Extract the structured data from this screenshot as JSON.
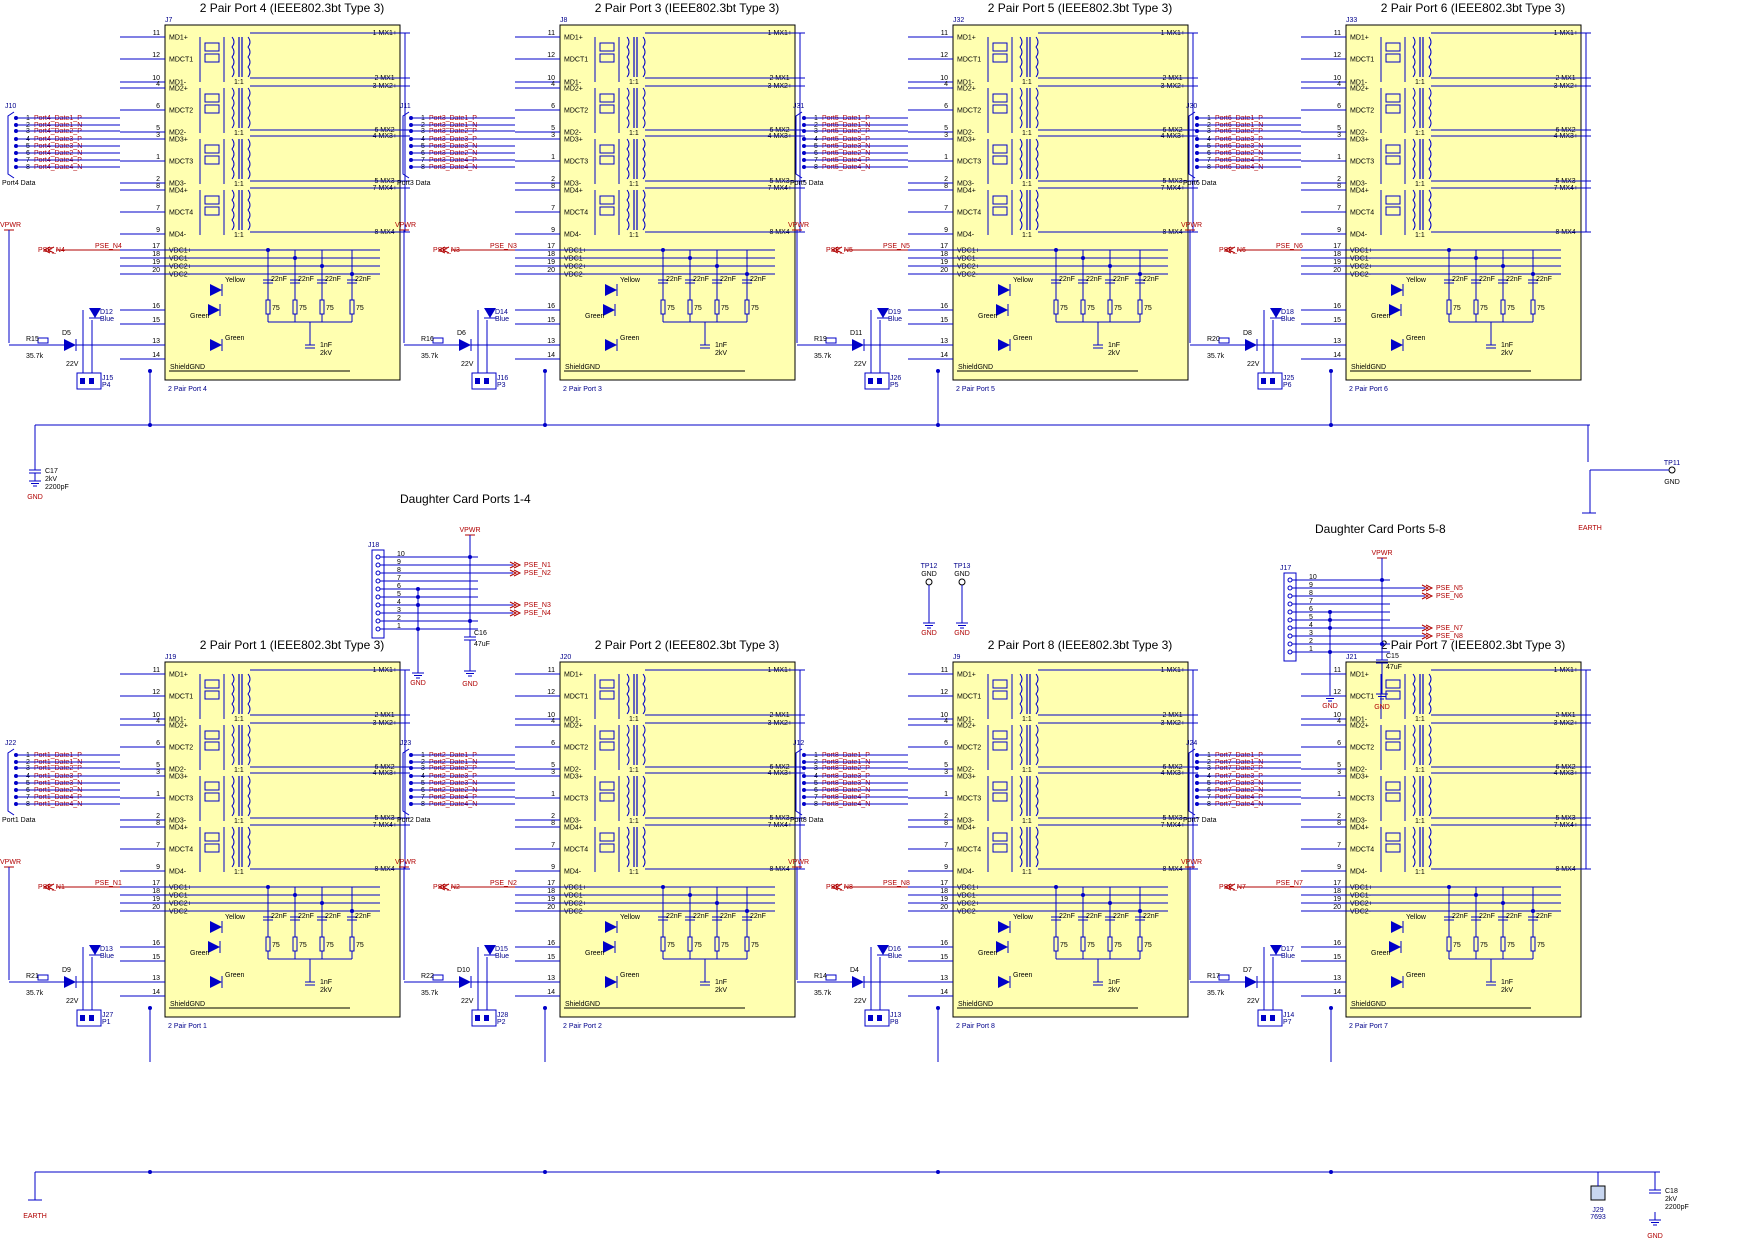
{
  "colors": {
    "wire": "#0000c8",
    "body": "#ffffb0",
    "net": "#b00000",
    "part": "#000000"
  },
  "ports": [
    {
      "title": "2 Pair Port 4 (IEEE802.3bt Type 3)",
      "ref": "J7",
      "footer": "2 Pair Port 4",
      "conn": "J10",
      "data_label": "Port4 Data",
      "nets": [
        "Port4_Date1_P",
        "Port4_Date1_N",
        "Port4_Date2_P",
        "Port4_Date3_P",
        "Port4_Date3_N",
        "Port4_Date2_N",
        "Port4_Date4_P",
        "Port4_Date4_N"
      ],
      "pse": "PSE_N4",
      "r": "R15",
      "d": "D5",
      "dled": "D12",
      "jled": "J15",
      "pled": "P4"
    },
    {
      "title": "2 Pair Port 3 (IEEE802.3bt Type 3)",
      "ref": "J8",
      "footer": "2 Pair Port 3",
      "conn": "J11",
      "data_label": "Port3 Data",
      "nets": [
        "Port3_Date1_P",
        "Port3_Date1_N",
        "Port3_Date2_P",
        "Port3_Date3_P",
        "Port3_Date3_N",
        "Port3_Date2_N",
        "Port3_Date4_P",
        "Port3_Date4_N"
      ],
      "pse": "PSE_N3",
      "r": "R16",
      "d": "D6",
      "dled": "D14",
      "jled": "J16",
      "pled": "P3"
    },
    {
      "title": "2 Pair Port 5 (IEEE802.3bt Type 3)",
      "ref": "J32",
      "footer": "2 Pair Port 5",
      "conn": "J31",
      "data_label": "Port5 Data",
      "nets": [
        "Port5_Date1_P",
        "Port5_Date1_N",
        "Port5_Date2_P",
        "Port5_Date3_P",
        "Port5_Date3_N",
        "Port5_Date2_N",
        "Port5_Date4_P",
        "Port5_Date4_N"
      ],
      "pse": "PSE_N5",
      "r": "R19",
      "d": "D11",
      "dled": "D19",
      "jled": "J26",
      "pled": "P5"
    },
    {
      "title": "2 Pair Port 6 (IEEE802.3bt Type 3)",
      "ref": "J33",
      "footer": "2 Pair Port 6",
      "conn": "J30",
      "data_label": "Port6 Data",
      "nets": [
        "Port6_Date1_P",
        "Port6_Date1_N",
        "Port6_Date2_P",
        "Port6_Date3_P",
        "Port6_Date3_N",
        "Port6_Date2_N",
        "Port6_Date4_P",
        "Port6_Date4_N"
      ],
      "pse": "PSE_N6",
      "r": "R20",
      "d": "D8",
      "dled": "D18",
      "jled": "J25",
      "pled": "P6"
    },
    {
      "title": "2 Pair Port 1 (IEEE802.3bt Type 3)",
      "ref": "J19",
      "footer": "2 Pair Port 1",
      "conn": "J22",
      "data_label": "Port1 Data",
      "nets": [
        "Port1_Date1_P",
        "Port1_Date1_N",
        "Port1_Date2_P",
        "Port1_Date3_P",
        "Port1_Date3_N",
        "Port1_Date2_N",
        "Port1_Date4_P",
        "Port1_Date4_N"
      ],
      "pse": "PSE_N1",
      "r": "R21",
      "d": "D9",
      "dled": "D13",
      "jled": "J27",
      "pled": "P1"
    },
    {
      "title": "2 Pair Port 2 (IEEE802.3bt Type 3)",
      "ref": "J20",
      "footer": "2 Pair Port 2",
      "conn": "J23",
      "data_label": "Port2 Data",
      "nets": [
        "Port2_Date1_P",
        "Port2_Date1_N",
        "Port2_Date2_P",
        "Port2_Date3_P",
        "Port2_Date3_N",
        "Port2_Date2_N",
        "Port2_Date4_P",
        "Port2_Date4_N"
      ],
      "pse": "PSE_N2",
      "r": "R22",
      "d": "D10",
      "dled": "D15",
      "jled": "J28",
      "pled": "P2"
    },
    {
      "title": "2 Pair Port 8 (IEEE802.3bt Type 3)",
      "ref": "J9",
      "footer": "2 Pair Port 8",
      "conn": "J12",
      "data_label": "Port8 Data",
      "nets": [
        "Port8_Date1_P",
        "Port8_Date1_N",
        "Port8_Date2_P",
        "Port8_Date3_P",
        "Port8_Date3_N",
        "Port8_Date2_N",
        "Port8_Date4_P",
        "Port8_Date4_N"
      ],
      "pse": "PSE_N8",
      "r": "R14",
      "d": "D4",
      "dled": "D16",
      "jled": "J13",
      "pled": "P8"
    },
    {
      "title": "2 Pair Port 7 (IEEE802.3bt Type 3)",
      "ref": "J21",
      "footer": "2 Pair Port 7",
      "conn": "J24",
      "data_label": "Port7 Data",
      "nets": [
        "Port7_Date1_P",
        "Port7_Date1_N",
        "Port7_Date2_P",
        "Port7_Date3_P",
        "Port7_Date3_N",
        "Port7_Date2_N",
        "Port7_Date4_P",
        "Port7_Date4_N"
      ],
      "pse": "PSE_N7",
      "r": "R17",
      "d": "D7",
      "dled": "D17",
      "jled": "J14",
      "pled": "P7"
    }
  ],
  "common": {
    "left_pins": [
      {
        "num": "11",
        "name": "MD1+"
      },
      {
        "num": "12",
        "name": "MDCT1"
      },
      {
        "num": "10",
        "name": "MD1-"
      },
      {
        "num": "4",
        "name": "MD2+"
      },
      {
        "num": "6",
        "name": "MDCT2"
      },
      {
        "num": "5",
        "name": "MD2-"
      },
      {
        "num": "3",
        "name": "MD3+"
      },
      {
        "num": "1",
        "name": "MDCT3"
      },
      {
        "num": "2",
        "name": "MD3-"
      },
      {
        "num": "8",
        "name": "MD4+"
      },
      {
        "num": "7",
        "name": "MDCT4"
      },
      {
        "num": "9",
        "name": "MD4-"
      },
      {
        "num": "17",
        "name": "VDC1+"
      },
      {
        "num": "18",
        "name": "VDC1-"
      },
      {
        "num": "19",
        "name": "VDC2+"
      },
      {
        "num": "20",
        "name": "VDC2-"
      },
      {
        "num": "16",
        "name": ""
      },
      {
        "num": "15",
        "name": ""
      },
      {
        "num": "13",
        "name": ""
      },
      {
        "num": "14",
        "name": ""
      }
    ],
    "right_pins": [
      "1 MX1+",
      "2 MX1-",
      "3 MX2+",
      "6 MX2-",
      "4 MX3+",
      "5 MX3-",
      "7 MX4+",
      "8 MX4-"
    ],
    "pin_nums": [
      "1",
      "2",
      "3",
      "4",
      "5",
      "6",
      "7",
      "8"
    ],
    "ratio": "1:1",
    "cap": "22nF",
    "res": "75",
    "hv_cap": [
      "1nF",
      "2kV"
    ],
    "shield": "ShieldGND",
    "yellow": "Yellow",
    "green": "Green",
    "blue": "Blue",
    "vpwr": "VPWR",
    "r_val": "35.7k",
    "d_val": "22V"
  },
  "daughter": [
    {
      "title": "Daughter Card Ports 1-4",
      "ref": "J18",
      "nets": [
        "PSE_N1",
        "PSE_N2",
        "PSE_N3",
        "PSE_N4"
      ],
      "cap": "C16",
      "cap_val": "47uF",
      "vpwr": "VPWR",
      "gnd": "GND"
    },
    {
      "title": "Daughter Card Ports 5-8",
      "ref": "J17",
      "nets": [
        "PSE_N5",
        "PSE_N6",
        "PSE_N7",
        "PSE_N8"
      ],
      "cap": "C15",
      "cap_val": "47uF",
      "vpwr": "VPWR",
      "gnd": "GND"
    }
  ],
  "daughter_pins": [
    "10",
    "9",
    "8",
    "7",
    "6",
    "5",
    "4",
    "3",
    "2",
    "1"
  ],
  "misc": {
    "c17": [
      "C17",
      "2kV",
      "2200pF"
    ],
    "c18": [
      "C18",
      "2kV",
      "2200pF"
    ],
    "gnd": "GND",
    "earth": "EARTH",
    "tp11": "TP11",
    "tp12": "TP12",
    "tp13": "TP13",
    "j29": [
      "J29",
      "7693"
    ]
  }
}
